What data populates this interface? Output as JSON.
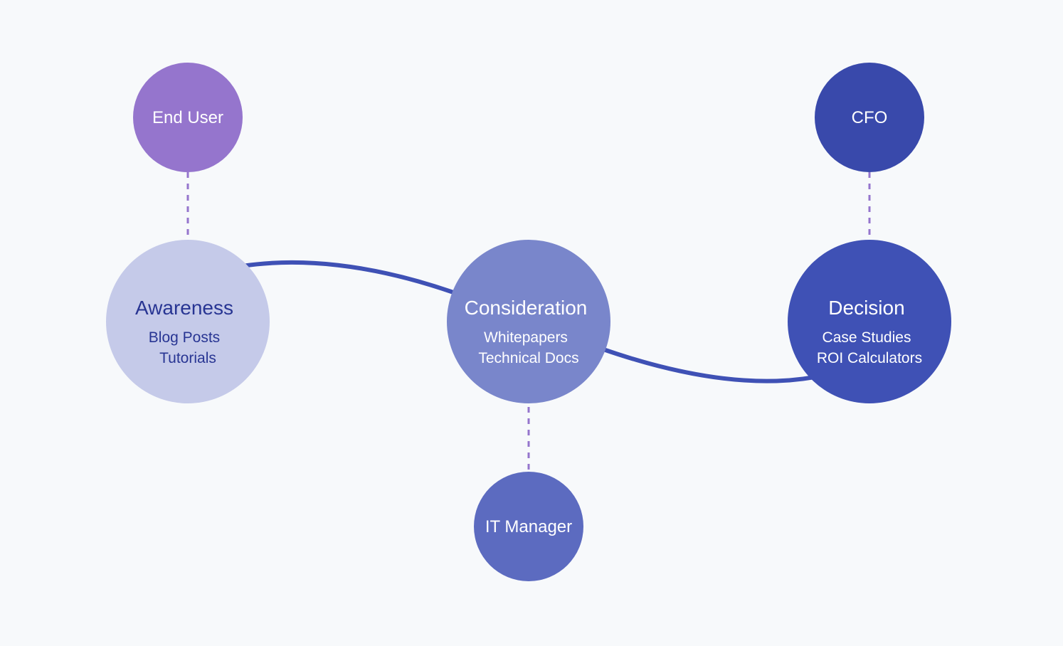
{
  "colors": {
    "background": "#f7f9fb",
    "flow_line": "#3f51b5",
    "dashed_connector": "#9575cd"
  },
  "stages": [
    {
      "id": "awareness",
      "title": "Awareness",
      "items": [
        "Blog Posts",
        "Tutorials"
      ],
      "fill": "#c5cae9",
      "text_color": "#283593"
    },
    {
      "id": "consideration",
      "title": "Consideration",
      "items": [
        "Whitepapers",
        "Technical Docs"
      ],
      "fill": "#7986cb",
      "text_color": "#ffffff"
    },
    {
      "id": "decision",
      "title": "Decision",
      "items": [
        "Case Studies",
        "ROI Calculators"
      ],
      "fill": "#3f51b5",
      "text_color": "#ffffff"
    }
  ],
  "personas": [
    {
      "id": "end-user",
      "label": "End User",
      "stage": "awareness",
      "fill": "#9575cd",
      "text_color": "#ffffff"
    },
    {
      "id": "it-manager",
      "label": "IT Manager",
      "stage": "consideration",
      "fill": "#5c6bc0",
      "text_color": "#ffffff"
    },
    {
      "id": "cfo",
      "label": "CFO",
      "stage": "decision",
      "fill": "#3949ab",
      "text_color": "#ffffff"
    }
  ]
}
